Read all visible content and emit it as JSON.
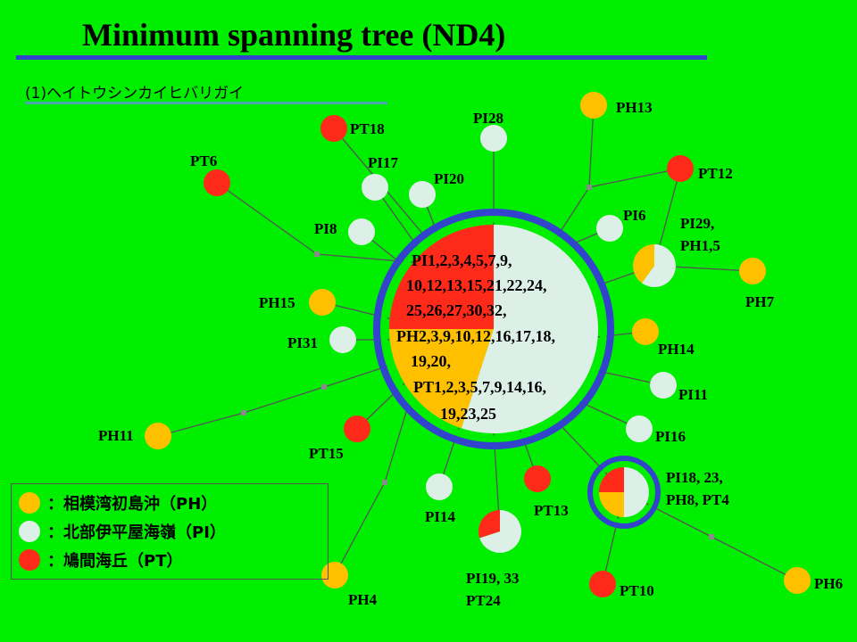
{
  "title": "Minimum spanning tree (ND4)",
  "subtitle": "(1)ヘイトウシンカイヒバリガイ",
  "colors": {
    "background": "#00ee00",
    "PH": "#ffc000",
    "PI": "#ddf0e8",
    "PT": "#ff2a1a",
    "ring_outer": "#3344cc",
    "edge": "#555555",
    "junction": "#8a8a8a"
  },
  "center_node": {
    "lines": [
      "PI1,2,3,4,5,7,9,",
      "10,12,13,15,21,22,24,",
      "25,26,27,30,32,",
      "PH2,3,9,10,12,16,17,18,",
      "19,20,",
      "PT1,2,3,5,7,9,14,16,",
      "19,23,25"
    ],
    "composition": {
      "PT": 0.25,
      "PH": 0.2,
      "PI": 0.55
    }
  },
  "nodes": [
    {
      "id": "PT18",
      "label": "PT18",
      "group": "PT"
    },
    {
      "id": "PI17",
      "label": "PI17",
      "group": "PI"
    },
    {
      "id": "PI20",
      "label": "PI20",
      "group": "PI"
    },
    {
      "id": "PI28",
      "label": "PI28",
      "group": "PI"
    },
    {
      "id": "PH13",
      "label": "PH13",
      "group": "PH"
    },
    {
      "id": "PT12",
      "label": "PT12",
      "group": "PT"
    },
    {
      "id": "PI6",
      "label": "PI6",
      "group": "PI"
    },
    {
      "id": "PI29",
      "label": [
        "PI29,",
        "PH1,5"
      ],
      "group": "mixed",
      "composition": {
        "PI": 0.6,
        "PH": 0.4
      }
    },
    {
      "id": "PH7",
      "label": "PH7",
      "group": "PH"
    },
    {
      "id": "PT6",
      "label": "PT6",
      "group": "PT"
    },
    {
      "id": "PI8",
      "label": "PI8",
      "group": "PI"
    },
    {
      "id": "PH15",
      "label": "PH15",
      "group": "PH"
    },
    {
      "id": "PI31",
      "label": "PI31",
      "group": "PI"
    },
    {
      "id": "PH14",
      "label": "PH14",
      "group": "PH"
    },
    {
      "id": "PI11",
      "label": "PI11",
      "group": "PI"
    },
    {
      "id": "PI16",
      "label": "PI16",
      "group": "PI"
    },
    {
      "id": "PH11",
      "label": "PH11",
      "group": "PH"
    },
    {
      "id": "PT15",
      "label": "PT15",
      "group": "PT"
    },
    {
      "id": "PI14",
      "label": "PI14",
      "group": "PI"
    },
    {
      "id": "PI19",
      "label": [
        "PI19, 33",
        "PT24"
      ],
      "group": "mixed",
      "composition": {
        "PT": 0.3,
        "PI": 0.7
      }
    },
    {
      "id": "PT13",
      "label": "PT13",
      "group": "PT"
    },
    {
      "id": "PI18",
      "label": [
        "PI18, 23,",
        "PH8, PT4"
      ],
      "group": "mixed",
      "composition": {
        "PT": 0.25,
        "PH": 0.25,
        "PI": 0.5
      }
    },
    {
      "id": "PT10",
      "label": "PT10",
      "group": "PT"
    },
    {
      "id": "PH6",
      "label": "PH6",
      "group": "PH"
    },
    {
      "id": "PH4",
      "label": "PH4",
      "group": "PH"
    }
  ],
  "legend": [
    {
      "group": "PH",
      "text": "：相模湾初島沖（PH）"
    },
    {
      "group": "PI",
      "text": "：北部伊平屋海嶺（PI）"
    },
    {
      "group": "PT",
      "text": "：鳩間海丘（PT）"
    }
  ]
}
